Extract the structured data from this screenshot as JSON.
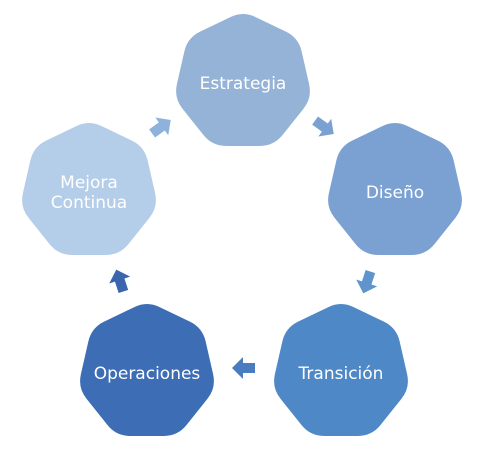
{
  "cycle": {
    "nodes": [
      {
        "id": "estrategia",
        "lines": [
          "Estrategia"
        ],
        "color": "#95b3d7"
      },
      {
        "id": "diseno",
        "lines": [
          "Diseño"
        ],
        "color": "#7aa1d2"
      },
      {
        "id": "transicion",
        "lines": [
          "Transición"
        ],
        "color": "#4f88c6"
      },
      {
        "id": "operaciones",
        "lines": [
          "Operaciones"
        ],
        "color": "#3d6db5"
      },
      {
        "id": "mejora-continua",
        "lines": [
          "Mejora",
          "Continua"
        ],
        "color": "#b4cde8"
      }
    ],
    "arrows": [
      {
        "from": "estrategia",
        "to": "diseno",
        "color": "#7aa1d2"
      },
      {
        "from": "diseno",
        "to": "transicion",
        "color": "#5f94cc"
      },
      {
        "from": "transicion",
        "to": "operaciones",
        "color": "#4a7dc0"
      },
      {
        "from": "operaciones",
        "to": "mejora-continua",
        "color": "#3a66ad"
      },
      {
        "from": "mejora-continua",
        "to": "estrategia",
        "color": "#8fb2dc"
      }
    ]
  }
}
